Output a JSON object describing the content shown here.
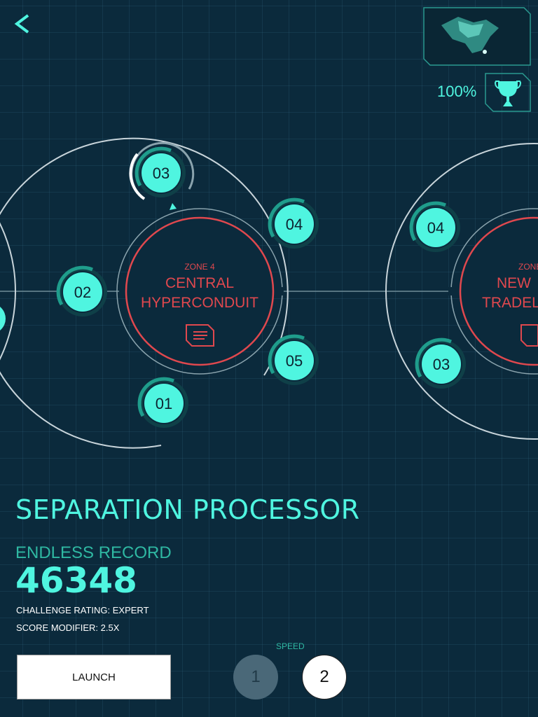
{
  "header": {
    "back_icon": "chevron-left-icon",
    "completion": "100%",
    "trophy_icon": "trophy-icon",
    "ship_icon": "spaceship-icon"
  },
  "clusters": [
    {
      "zone": "ZONE 4",
      "name_line1": "CENTRAL",
      "name_line2": "HYPERCONDUIT",
      "nodes": [
        "03",
        "04",
        "02",
        "05",
        "01"
      ],
      "selected": "03"
    },
    {
      "zone": "ZONE",
      "name_line1": "NEW",
      "name_line2": "TRADEL",
      "nodes": [
        "04",
        "03"
      ]
    }
  ],
  "level": {
    "title": "SEPARATION PROCESSOR",
    "record_label": "ENDLESS RECORD",
    "record_value": "46348",
    "challenge": "CHALLENGE RATING: EXPERT",
    "modifier": "SCORE MODIFIER: 2.5X"
  },
  "actions": {
    "launch": "LAUNCH",
    "speed_label": "SPEED",
    "speed_options": [
      "1",
      "2"
    ],
    "speed_selected": "2"
  },
  "colors": {
    "accent": "#4ff5e0",
    "zone": "#e0484e",
    "bg": "#0b2a3c"
  }
}
